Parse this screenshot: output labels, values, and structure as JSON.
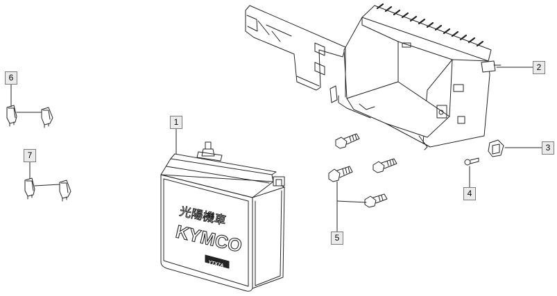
{
  "callouts": {
    "c1": "1",
    "c2": "2",
    "c3": "3",
    "c4": "4",
    "c5": "5",
    "c6": "6",
    "c7": "7"
  },
  "battery": {
    "brand_cn": "光陽機車",
    "brand": "KYMCO",
    "model_label": "YTX7A"
  },
  "colors": {
    "line": "#222222",
    "callout_fill": "#ebebeb",
    "callout_border": "#7a7a7a",
    "background": "#ffffff"
  }
}
